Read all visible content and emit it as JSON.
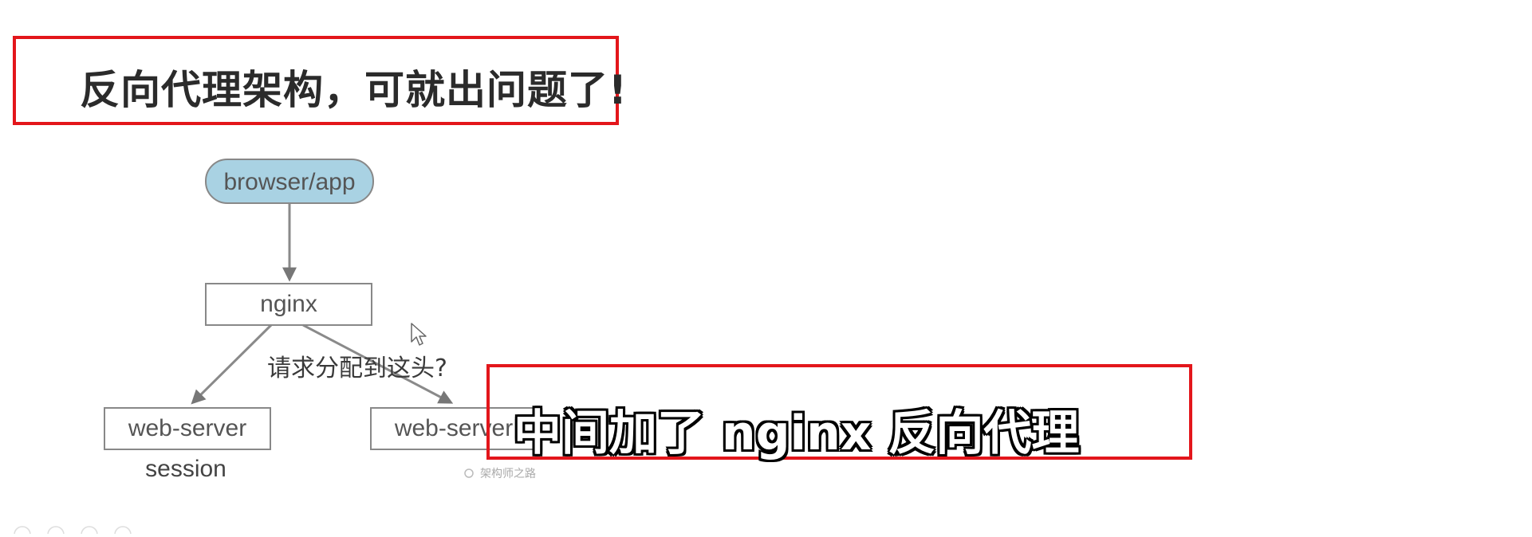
{
  "title": "反向代理架构，可就出问题了!",
  "subtitle": "中间加了 nginx 反向代理",
  "diagram": {
    "nodes": {
      "client": "browser/app",
      "proxy": "nginx",
      "server_left": "web-server",
      "server_right": "web-server"
    },
    "session_label": "session",
    "question_label": "请求分配到这头?",
    "watermark": "架构师之路"
  },
  "colors": {
    "highlight_border": "#e3161b",
    "client_node_fill": "#a9d2e3",
    "node_border": "#888888",
    "arrow": "#8a8a8a"
  }
}
